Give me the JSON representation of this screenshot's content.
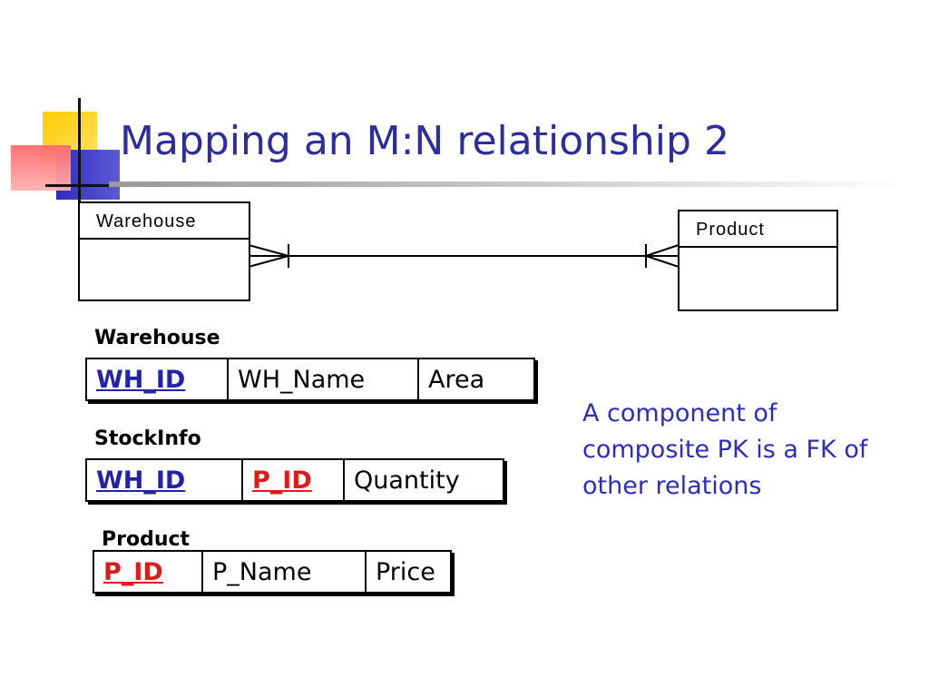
{
  "slide": {
    "title": "Mapping an M:N relationship 2"
  },
  "er_diagram": {
    "entities": [
      {
        "name": "Warehouse"
      },
      {
        "name": "Product"
      }
    ],
    "relationship": "M:N"
  },
  "tables": [
    {
      "name": "Warehouse",
      "columns": [
        {
          "label": "WH_ID",
          "role": "pk"
        },
        {
          "label": "WH_Name",
          "role": "attr"
        },
        {
          "label": "Area",
          "role": "attr"
        }
      ]
    },
    {
      "name": "StockInfo",
      "columns": [
        {
          "label": "WH_ID",
          "role": "pk"
        },
        {
          "label": "P_ID",
          "role": "pk-fk"
        },
        {
          "label": "Quantity",
          "role": "attr"
        }
      ]
    },
    {
      "name": "Product",
      "columns": [
        {
          "label": "P_ID",
          "role": "pk-fk"
        },
        {
          "label": "P_Name",
          "role": "attr"
        },
        {
          "label": "Price",
          "role": "attr"
        }
      ]
    }
  ],
  "note": {
    "text": "A component of composite PK is a FK of other relations"
  },
  "colors": {
    "title": "#2d2d9f",
    "pk": "#2323a8",
    "fk": "#e01a1a",
    "note": "#2d2dbd"
  }
}
